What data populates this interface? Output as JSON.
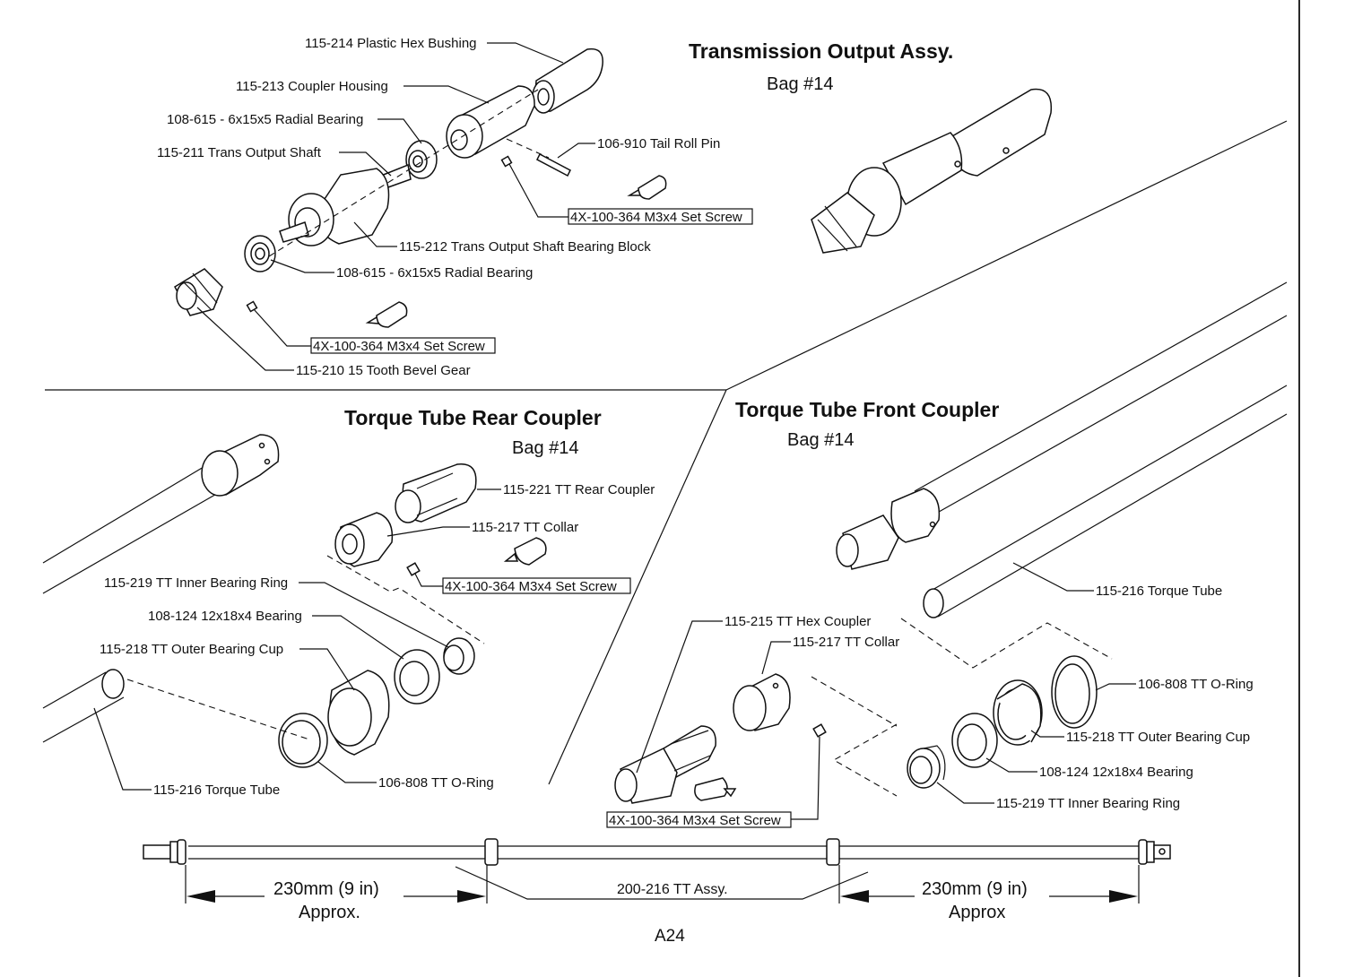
{
  "page_number": "A24",
  "sections": {
    "transmission": {
      "title": "Transmission Output Assy.",
      "bag": "Bag #14",
      "labels": [
        "115-214 Plastic Hex Bushing",
        "115-213 Coupler Housing",
        "108-615 - 6x15x5 Radial Bearing",
        "115-211 Trans Output Shaft",
        "106-910 Tail Roll Pin",
        "4X-100-364 M3x4 Set Screw",
        "115-212 Trans Output Shaft Bearing Block",
        "108-615 - 6x15x5 Radial Bearing",
        "4X-100-364 M3x4 Set Screw",
        "115-210 15 Tooth Bevel Gear"
      ]
    },
    "rear_coupler": {
      "title": "Torque Tube Rear Coupler",
      "bag": "Bag #14",
      "labels": [
        "115-221 TT Rear Coupler",
        "115-217 TT Collar",
        "4X-100-364 M3x4 Set Screw",
        "115-219 TT Inner Bearing Ring",
        "108-124 12x18x4 Bearing",
        "115-218 TT Outer Bearing Cup",
        "115-216 Torque Tube",
        "106-808 TT O-Ring"
      ]
    },
    "front_coupler": {
      "title": "Torque Tube Front Coupler",
      "bag": "Bag #14",
      "labels": [
        "115-216 Torque Tube",
        "115-215 TT Hex Coupler",
        "115-217 TT Collar",
        "106-808 TT O-Ring",
        "115-218 TT Outer Bearing Cup",
        "108-124 12x18x4 Bearing",
        "115-219 TT Inner Bearing Ring",
        "4X-100-364 M3x4 Set Screw"
      ]
    },
    "assembly": {
      "label": "200-216 TT Assy.",
      "left_dim": "230mm (9 in)",
      "left_approx": "Approx.",
      "right_dim": "230mm (9 in)",
      "right_approx": "Approx"
    }
  }
}
